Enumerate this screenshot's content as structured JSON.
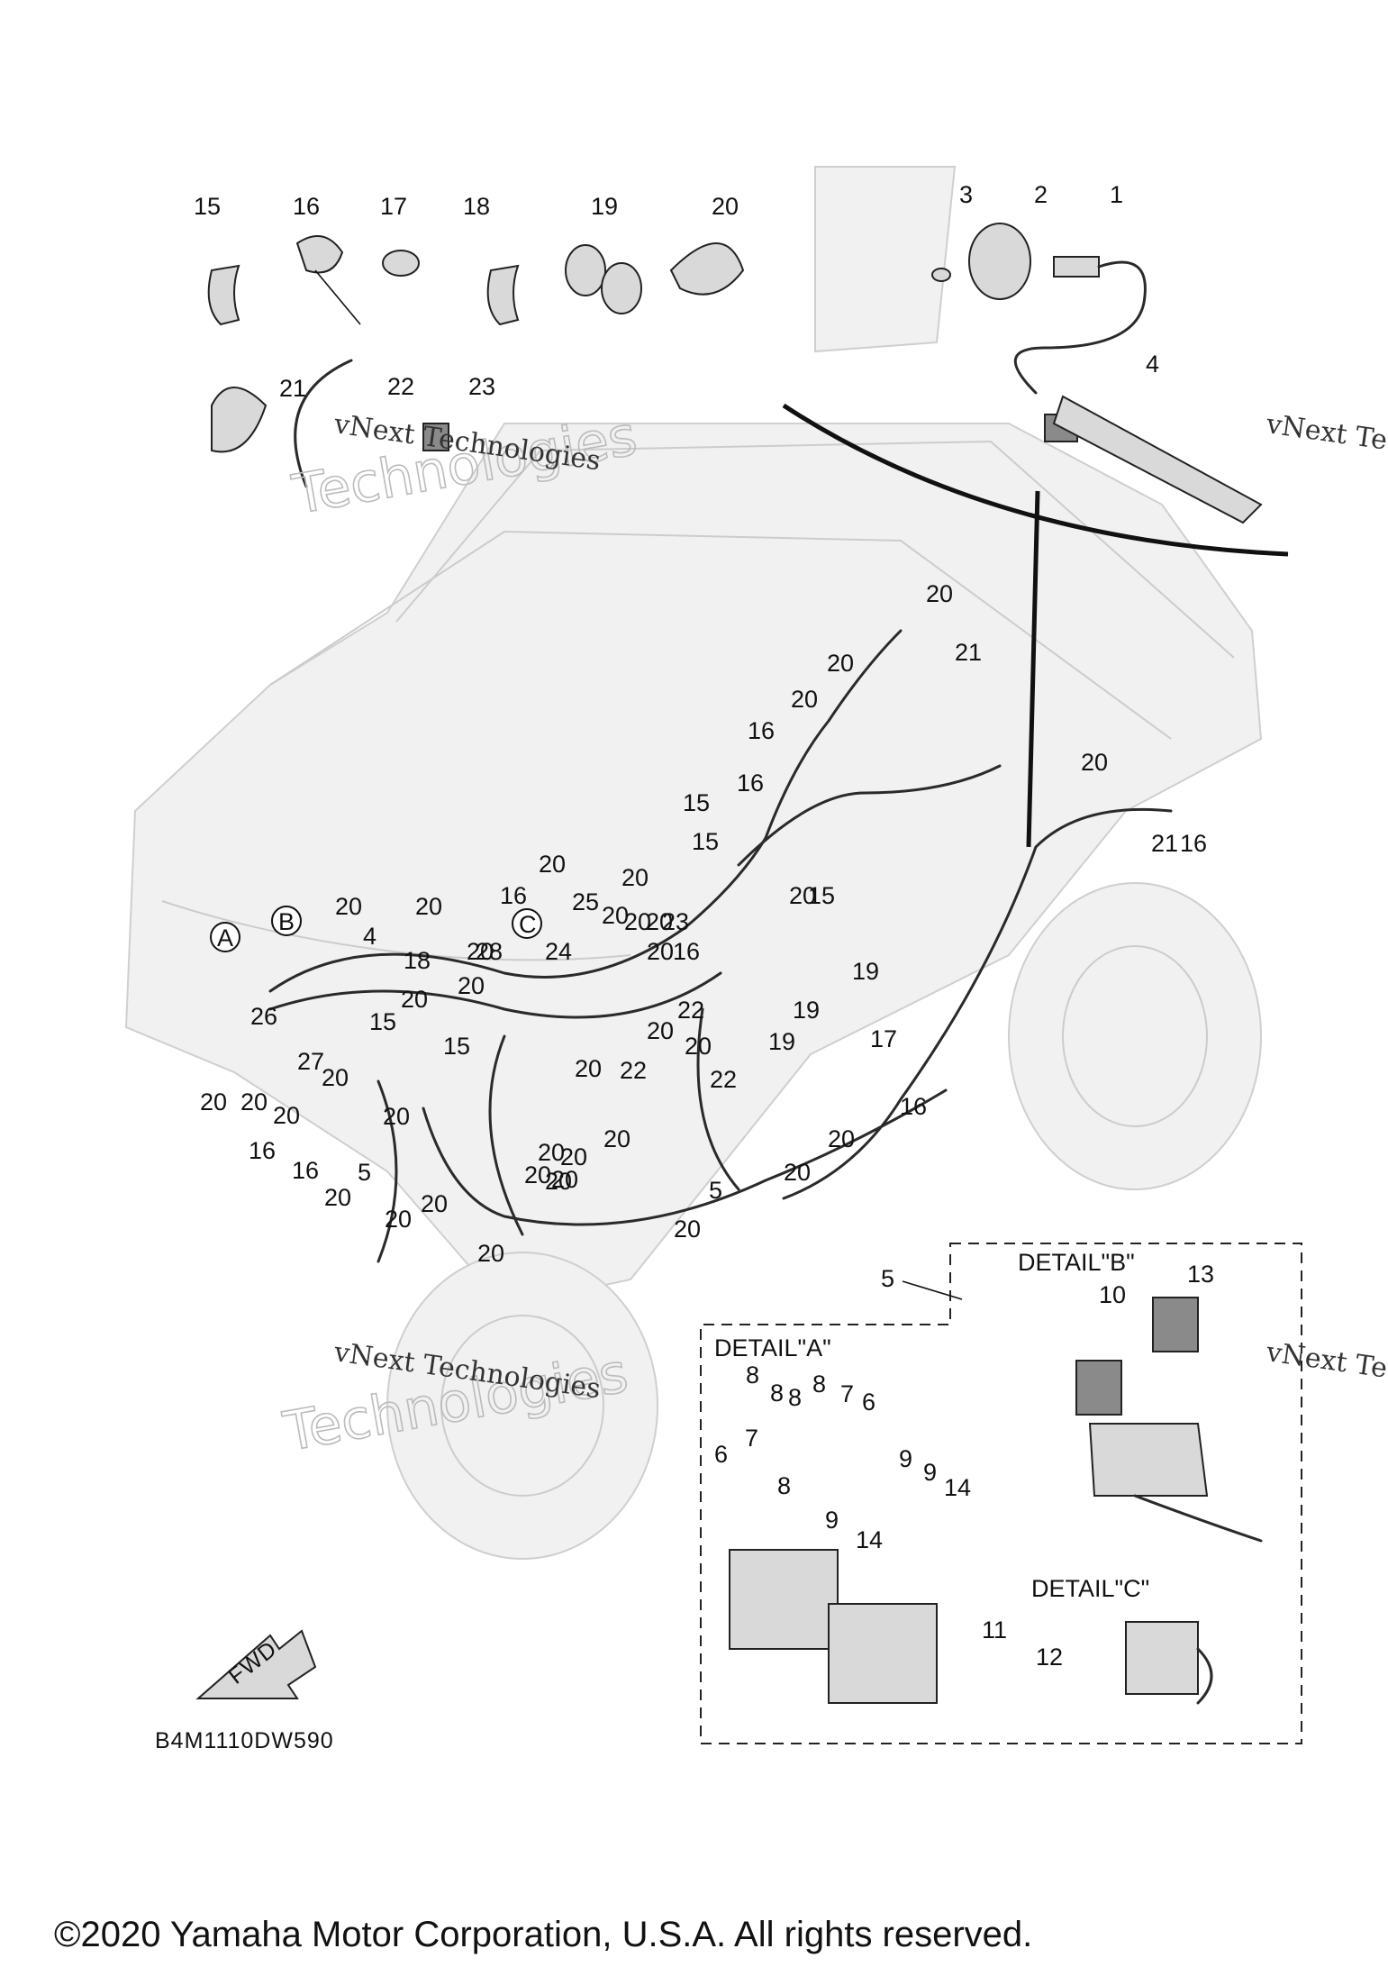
{
  "diagram": {
    "code": "B4M1110DW590",
    "copyright": "©2020 Yamaha Motor Corporation, U.S.A. All rights reserved.",
    "watermark_line1": "vNext Technologies",
    "watermark_line2": "Technologies",
    "watermark_short": "vNext Tec",
    "fwd_label": "FWD",
    "detail_a": "DETAIL\"A\"",
    "detail_b": "DETAIL\"B\"",
    "detail_c": "DETAIL\"C\"",
    "callout_a": "A",
    "callout_b": "B",
    "callout_c": "C",
    "top_parts": [
      "15",
      "16",
      "17",
      "18",
      "19",
      "20",
      "21",
      "22",
      "23"
    ],
    "inset_parts": [
      "3",
      "2",
      "1",
      "4"
    ],
    "labels": [
      "20",
      "20",
      "21",
      "20",
      "16",
      "20",
      "15",
      "16",
      "16",
      "15",
      "20",
      "21",
      "20",
      "20",
      "16",
      "20",
      "20",
      "23",
      "15",
      "16",
      "25",
      "24",
      "28",
      "20",
      "20",
      "20",
      "4",
      "18",
      "20",
      "20",
      "19",
      "19",
      "19",
      "17",
      "16",
      "22",
      "22",
      "22",
      "20",
      "20",
      "20",
      "15",
      "15",
      "20",
      "20",
      "26",
      "27",
      "20",
      "20",
      "20",
      "20",
      "20",
      "16",
      "16",
      "5",
      "20",
      "20",
      "20",
      "20",
      "20",
      "20",
      "20",
      "20",
      "5",
      "20",
      "20",
      "20",
      "20",
      "20"
    ],
    "detail_labels": [
      "5",
      "10",
      "13",
      "8",
      "8",
      "8",
      "8",
      "7",
      "6",
      "6",
      "7",
      "8",
      "9",
      "9",
      "14",
      "9",
      "14",
      "11",
      "12"
    ]
  }
}
